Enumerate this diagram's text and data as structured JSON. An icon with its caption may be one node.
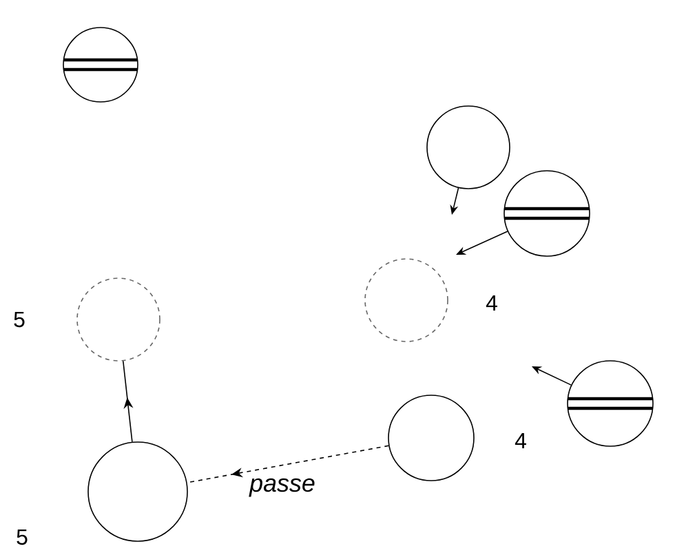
{
  "diagram": {
    "nodes": [
      {
        "text": [],
        "shape": "circle"
      },
      {
        "text": [],
        "shape": "circle"
      },
      {
        "text": [],
        "shape": "circle"
      },
      {
        "text": [],
        "shape": "circle",
        "beside": [
          "5"
        ]
      },
      {
        "text": [],
        "shape": "circle",
        "beside": [
          "4"
        ]
      },
      {
        "text": [],
        "shape": "circle"
      },
      {
        "text": [],
        "shape": "circle",
        "beside": [
          "4"
        ]
      },
      {
        "text": [],
        "shape": "circle",
        "beside": [
          "5"
        ]
      }
    ],
    "edges": [
      {
        "from": 1,
        "to": null,
        "arrow": "to"
      },
      {
        "from": 2,
        "to": null,
        "arrow": "to"
      },
      {
        "from": 5,
        "to": null,
        "arrow": "to"
      },
      {
        "from": 7,
        "to": 3,
        "arrow": "to"
      },
      {
        "from": 6,
        "to": 7,
        "arrow": "to",
        "style": "dashed",
        "label": "passe"
      }
    ]
  }
}
